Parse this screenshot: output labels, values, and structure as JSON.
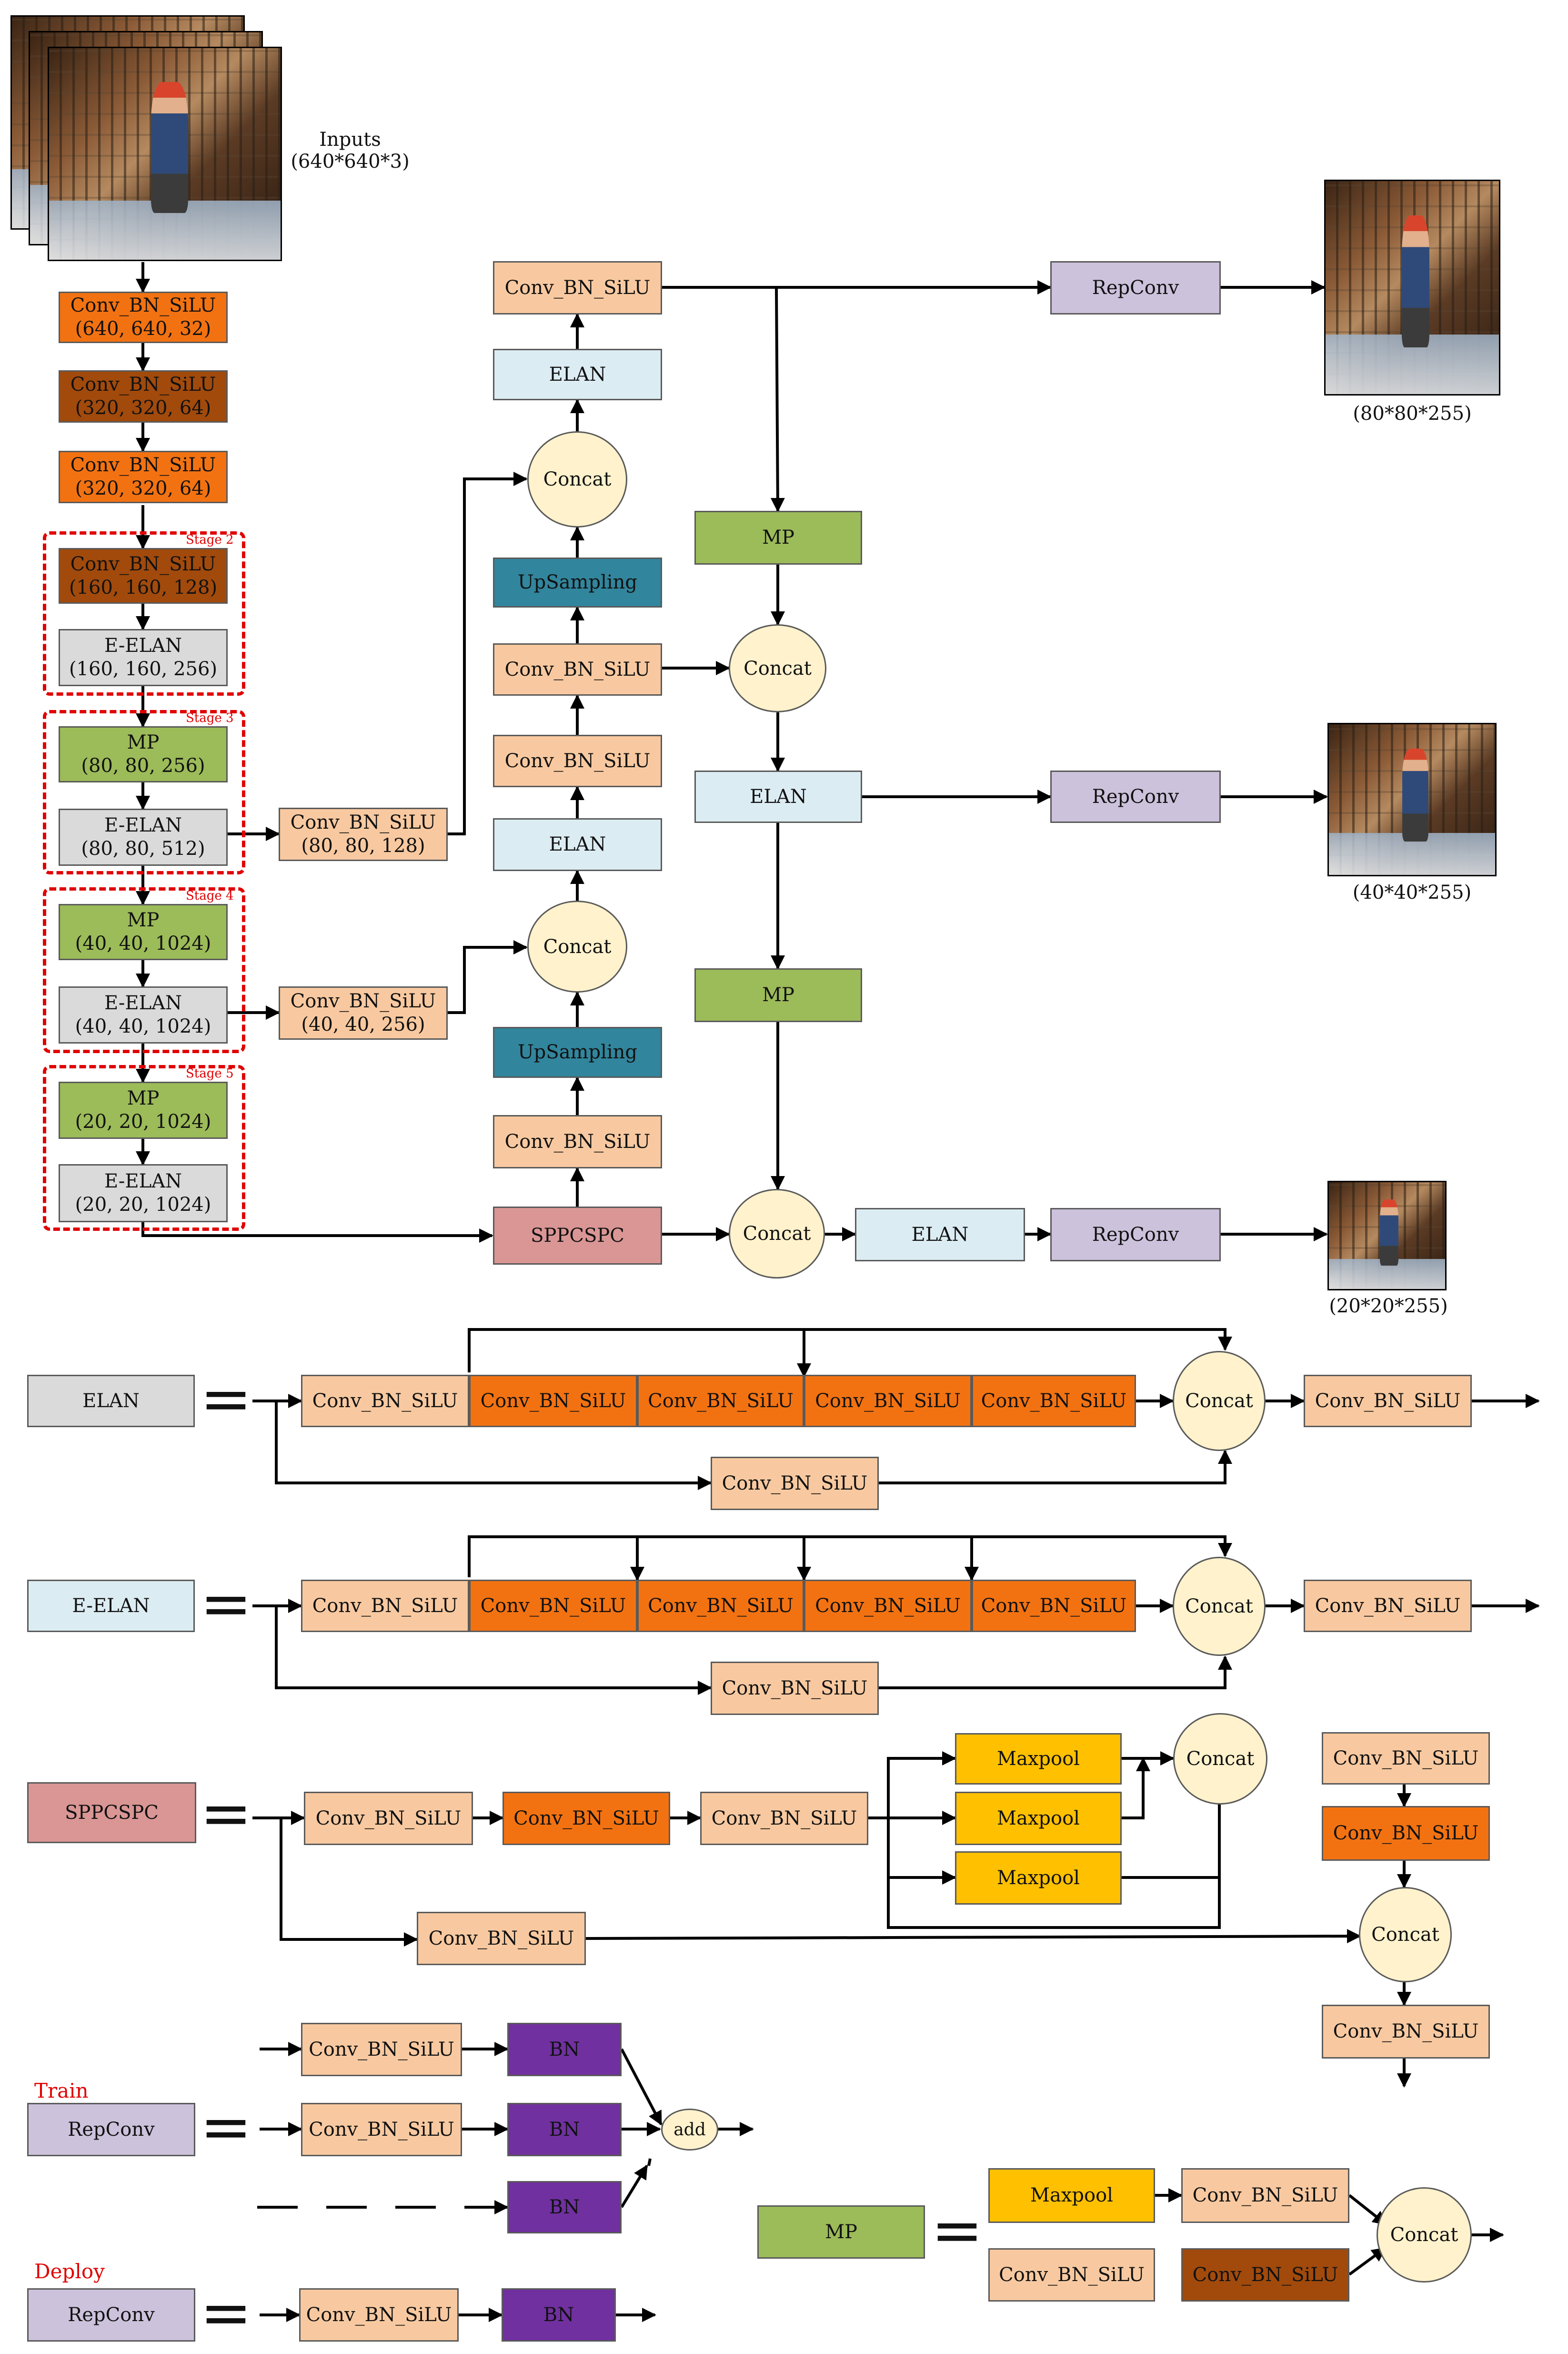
{
  "inputs": {
    "title": "Inputs",
    "shape": "(640*640*3)"
  },
  "outputs": {
    "p3": "(80*80*255)",
    "p4": "(40*40*255)",
    "p5": "(20*20*255)"
  },
  "backbone": [
    {
      "line1": "Conv_BN_SiLU",
      "line2": "(640, 640, 32)"
    },
    {
      "line1": "Conv_BN_SiLU",
      "line2": "(320, 320, 64)"
    },
    {
      "line1": "Conv_BN_SiLU",
      "line2": "(320, 320, 64)"
    },
    {
      "line1": "Conv_BN_SiLU",
      "line2": "(160, 160, 128)"
    },
    {
      "line1": "E-ELAN",
      "line2": "(160, 160, 256)"
    },
    {
      "line1": "MP",
      "line2": "(80, 80, 256)"
    },
    {
      "line1": "E-ELAN",
      "line2": "(80, 80, 512)"
    },
    {
      "line1": "MP",
      "line2": "(40, 40, 1024)"
    },
    {
      "line1": "E-ELAN",
      "line2": "(40, 40, 1024)"
    },
    {
      "line1": "MP",
      "line2": "(20, 20, 1024)"
    },
    {
      "line1": "E-ELAN",
      "line2": "(20, 20, 1024)"
    }
  ],
  "stages": [
    "Stage 2",
    "Stage 3",
    "Stage 4",
    "Stage 5"
  ],
  "lateral": [
    {
      "line1": "Conv_BN_SiLU",
      "line2": "(80, 80, 128)"
    },
    {
      "line1": "Conv_BN_SiLU",
      "line2": "(40, 40, 256)"
    }
  ],
  "labels": {
    "conv": "Conv_BN_SiLU",
    "concat": "Concat",
    "elan": "ELAN",
    "eelan": "E-ELAN",
    "up": "UpSampling",
    "sppcspc": "SPPCSPC",
    "mp": "MP",
    "repconv": "RepConv",
    "maxpool": "Maxpool",
    "bn": "BN",
    "add": "add",
    "train": "Train",
    "deploy": "Deploy",
    "equals": "="
  },
  "colors": {
    "conv_orange": "#f27212",
    "conv_brown": "#a14a0c",
    "conv_peach": "#f8c9a0",
    "eelan_gray": "#dadada",
    "mp_green": "#9cbb59",
    "elan_blue": "#dcecf3",
    "upsample_teal": "#31859c",
    "sppcspc_rose": "#d99694",
    "repconv_lavender": "#ccc2dc",
    "maxpool_gold": "#ffc000",
    "bn_purple": "#7030a0",
    "concat_cream": "#fff2cc",
    "stage_red": "#e00000"
  }
}
